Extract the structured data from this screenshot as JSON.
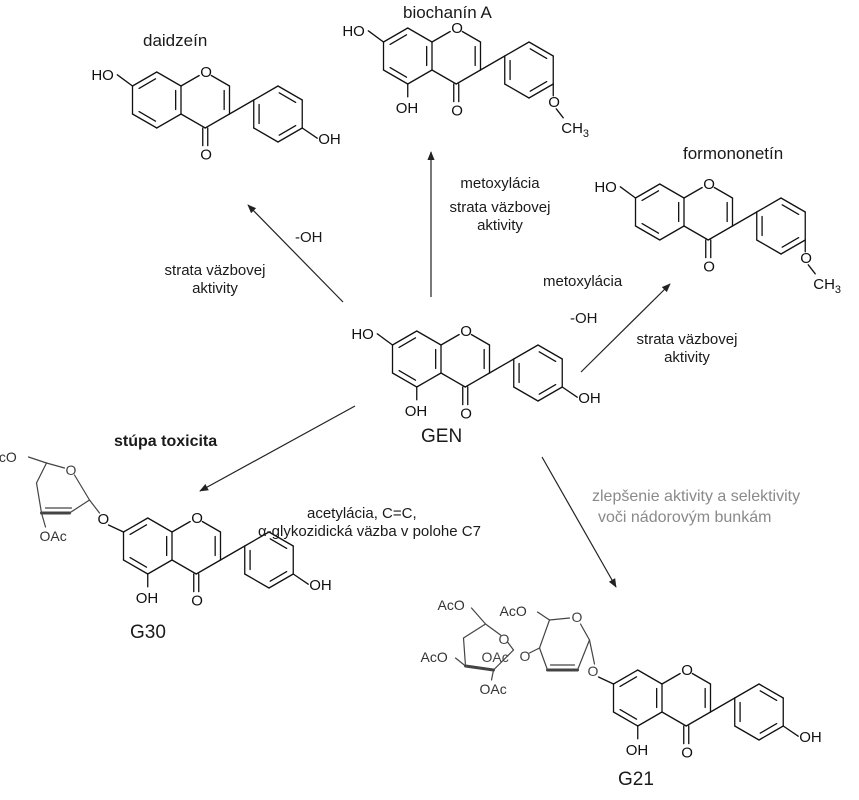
{
  "compounds": {
    "daidzein": "daidzeín",
    "biochanin": "biochanín A",
    "formononetin": "formononetín",
    "gen": "GEN",
    "g30": "G30",
    "g21": "G21"
  },
  "reactions": {
    "daidzein_oh": "-OH",
    "daidzein_loss_1": "strata väzbovej",
    "daidzein_loss_2": "aktivity",
    "biochanin_methoxylation": "metoxylácia",
    "biochanin_loss_1": "strata väzbovej",
    "biochanin_loss_2": "aktivity",
    "formononetin_methoxylation": "metoxylácia",
    "formononetin_oh": "-OH",
    "formononetin_loss_1": "strata väzbovej",
    "formononetin_loss_2": "aktivity",
    "g30_toxicity": "stúpa toxicita",
    "g30_mod_1": "acetylácia, C=C,",
    "g30_mod_2": "α-glykozidická väzba v polohe C7",
    "g21_improve_1": "zlepšenie aktivity a selektivity",
    "g21_improve_2": "voči nádorovým bunkám"
  },
  "atoms": {
    "oh": "OH",
    "ho": "HO",
    "o": "O",
    "o_ring": "O",
    "ch3": "CH",
    "ch3_sub": "3",
    "aco": "AcO",
    "oac": "OAc"
  }
}
